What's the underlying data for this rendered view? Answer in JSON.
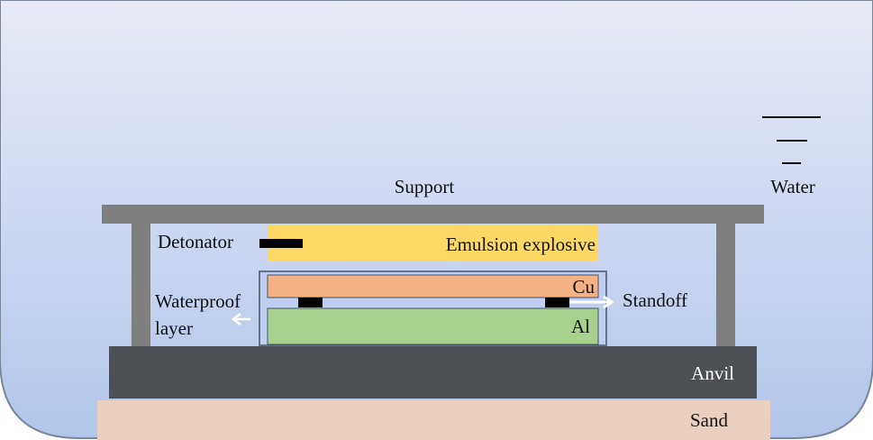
{
  "labels": {
    "support": "Support",
    "water": "Water",
    "detonator": "Detonator",
    "explosive": "Emulsion explosive",
    "cu": "Cu",
    "al": "Al",
    "standoff": "Standoff",
    "waterproof_line1": "Waterproof",
    "waterproof_line2": "layer",
    "anvil": "Anvil",
    "sand": "Sand"
  },
  "colors": {
    "water_top": "#e8ebf6",
    "water_bottom": "#b3c5ec",
    "support": "#7f7f7f",
    "explosive": "#ffd966",
    "cu": "#f4b183",
    "al": "#a9d18e",
    "anvil": "#4d5054",
    "sand": "#e9cfbf",
    "detonator": "#000000"
  }
}
